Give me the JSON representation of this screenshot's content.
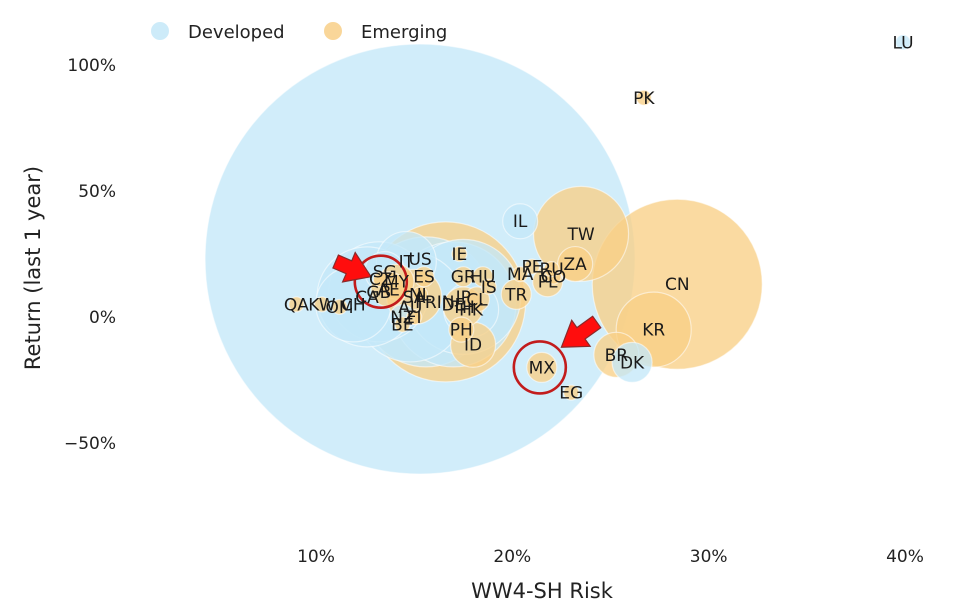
{
  "chart_data": {
    "type": "scatter",
    "xlabel": "WW4-SH Risk",
    "ylabel": "Return (last 1 year)",
    "xlim": [
      6.5,
      41.5
    ],
    "ylim": [
      -88,
      117
    ],
    "x_ticks": [
      10,
      20,
      30,
      40
    ],
    "x_tick_labels": [
      "10%",
      "20%",
      "30%",
      "40%"
    ],
    "y_ticks": [
      100,
      50,
      0,
      -50
    ],
    "y_tick_labels": [
      "100%",
      "50%",
      "0%",
      "−50%"
    ],
    "grid": false,
    "legend": {
      "position": "top-left",
      "entries": [
        "Developed",
        "Emerging"
      ]
    },
    "series": [
      {
        "name": "Developed",
        "color": "#c4e8f8",
        "points": [
          {
            "label": "US",
            "x": 15.3,
            "y": 23,
            "size": 86
          },
          {
            "label": "JP",
            "x": 17.5,
            "y": 8,
            "size": 23
          },
          {
            "label": "GB",
            "x": 13.2,
            "y": 10,
            "size": 20
          },
          {
            "label": "FR",
            "x": 15.6,
            "y": 6,
            "size": 26
          },
          {
            "label": "DE",
            "x": 17.0,
            "y": 5,
            "size": 25
          },
          {
            "label": "CA",
            "x": 12.6,
            "y": 8,
            "size": 20
          },
          {
            "label": "AU",
            "x": 14.8,
            "y": 4,
            "size": 22
          },
          {
            "label": "CH",
            "x": 11.9,
            "y": 5,
            "size": 15
          },
          {
            "label": "IT",
            "x": 14.6,
            "y": 22,
            "size": 12
          },
          {
            "label": "IL",
            "x": 20.4,
            "y": 38,
            "size": 7
          },
          {
            "label": "LU",
            "x": 39.9,
            "y": 109,
            "size": 3
          },
          {
            "label": "HK",
            "x": 17.9,
            "y": 3,
            "size": 11
          },
          {
            "label": "DK",
            "x": 26.1,
            "y": -18,
            "size": 8
          },
          {
            "label": "SG",
            "x": 13.5,
            "y": 18,
            "size": 8
          },
          {
            "label": "NZ",
            "x": 14.4,
            "y": 0,
            "size": 5
          }
        ]
      },
      {
        "name": "Emerging",
        "color": "#f8cf87",
        "points": [
          {
            "label": "CN",
            "x": 28.4,
            "y": 13,
            "size": 34
          },
          {
            "label": "TW",
            "x": 23.5,
            "y": 33,
            "size": 19
          },
          {
            "label": "KR",
            "x": 27.2,
            "y": -5,
            "size": 15
          },
          {
            "label": "IN",
            "x": 16.6,
            "y": 6,
            "size": 32
          },
          {
            "label": "BR",
            "x": 25.3,
            "y": -15,
            "size": 9
          },
          {
            "label": "SA",
            "x": 15.0,
            "y": 8,
            "size": 11
          },
          {
            "label": "ZA",
            "x": 23.2,
            "y": 21,
            "size": 7
          },
          {
            "label": "MX",
            "x": 21.5,
            "y": -20,
            "size": 6
          },
          {
            "label": "ID",
            "x": 18.0,
            "y": -11,
            "size": 9
          },
          {
            "label": "TH",
            "x": 17.5,
            "y": 4,
            "size": 8
          },
          {
            "label": "MY",
            "x": 14.1,
            "y": 14,
            "size": 7
          },
          {
            "label": "AE",
            "x": 13.7,
            "y": 11,
            "size": 7
          },
          {
            "label": "QA",
            "x": 9.0,
            "y": 5,
            "size": 3
          },
          {
            "label": "KW",
            "x": 10.3,
            "y": 5,
            "size": 3
          },
          {
            "label": "PH",
            "x": 17.4,
            "y": -5,
            "size": 5
          },
          {
            "label": "CL",
            "x": 18.2,
            "y": 7,
            "size": 5
          },
          {
            "label": "PL",
            "x": 21.8,
            "y": 14,
            "size": 6
          },
          {
            "label": "TR",
            "x": 20.2,
            "y": 9,
            "size": 6
          },
          {
            "label": "GR",
            "x": 17.5,
            "y": 16,
            "size": 4
          },
          {
            "label": "HU",
            "x": 18.5,
            "y": 16,
            "size": 4
          },
          {
            "label": "CO",
            "x": 22.1,
            "y": 16,
            "size": 3
          },
          {
            "label": "PE",
            "x": 21.0,
            "y": 20,
            "size": 3
          },
          {
            "label": "CZ",
            "x": 13.3,
            "y": 15,
            "size": 3
          },
          {
            "label": "EG",
            "x": 23.0,
            "y": -30,
            "size": 3
          },
          {
            "label": "MA",
            "x": 20.4,
            "y": 17,
            "size": 3
          },
          {
            "label": "OM",
            "x": 11.2,
            "y": 4,
            "size": 3
          },
          {
            "label": "PK",
            "x": 26.7,
            "y": 87,
            "size": 3
          },
          {
            "label": "RU",
            "x": 22.0,
            "y": 19,
            "size": 3
          },
          {
            "label": "IE",
            "x": 17.3,
            "y": 25,
            "size": 3
          },
          {
            "label": "ES",
            "x": 15.5,
            "y": 16,
            "size": 4
          },
          {
            "label": "FI",
            "x": 15.0,
            "y": 0,
            "size": 3
          },
          {
            "label": "BE",
            "x": 14.4,
            "y": -3,
            "size": 3
          },
          {
            "label": "NL",
            "x": 15.3,
            "y": 9,
            "size": 3
          },
          {
            "label": "IS",
            "x": 18.8,
            "y": 12,
            "size": 3
          }
        ]
      }
    ],
    "annotations": [
      {
        "type": "circle",
        "x": 13.3,
        "y": 14,
        "color": "#c21c1c"
      },
      {
        "type": "circle",
        "x": 21.4,
        "y": -20,
        "color": "#c21c1c"
      },
      {
        "type": "arrow",
        "x": 11.0,
        "y": 22,
        "to_x": 12.8,
        "to_y": 16,
        "color": "#ff0d0d"
      },
      {
        "type": "arrow",
        "x": 24.3,
        "y": -2,
        "to_x": 22.5,
        "to_y": -12,
        "color": "#ff0d0d"
      }
    ]
  }
}
